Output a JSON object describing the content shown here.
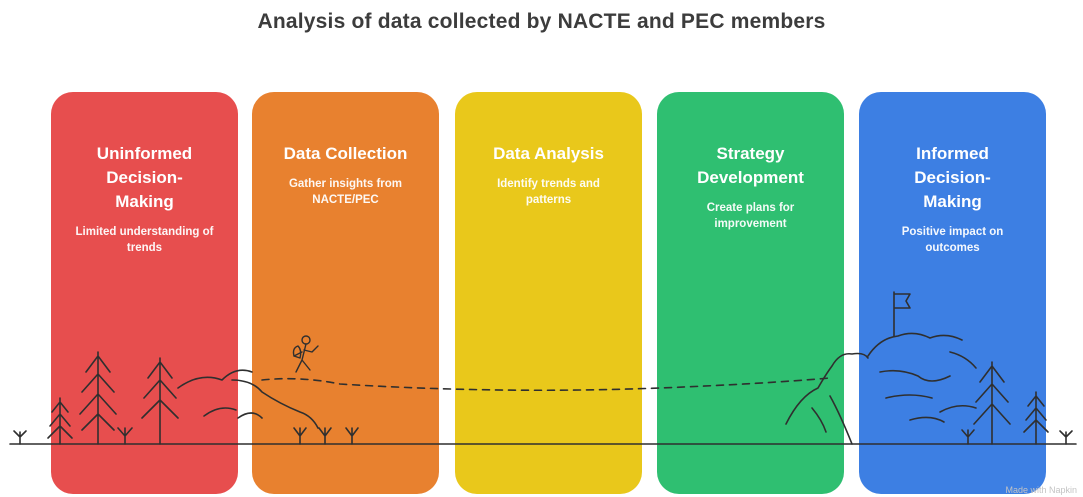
{
  "title": "Analysis of data collected by NACTE and PEC members",
  "stages": [
    {
      "title": "Uninformed Decision-Making",
      "title_lines": [
        "Uninformed",
        "Decision-",
        "Making"
      ],
      "description": "Limited understanding of trends",
      "color": "#e74e4e"
    },
    {
      "title": "Data Collection",
      "title_lines": [
        "Data Collection"
      ],
      "description": "Gather insights from NACTE/PEC",
      "color": "#e8812f"
    },
    {
      "title": "Data Analysis",
      "title_lines": [
        "Data Analysis"
      ],
      "description": "Identify trends and patterns",
      "color": "#e9c81b"
    },
    {
      "title": "Strategy Development",
      "title_lines": [
        "Strategy",
        "Development"
      ],
      "description": "Create plans for improvement",
      "color": "#2fbf71"
    },
    {
      "title": "Informed Decision-Making",
      "title_lines": [
        "Informed",
        "Decision-",
        "Making"
      ],
      "description": "Positive impact on outcomes",
      "color": "#3d7fe3"
    }
  ],
  "watermark": "Made with Napkin",
  "icons": [
    "tree-icon",
    "hiker-icon",
    "flag-icon",
    "grass-icon",
    "mountain-icon"
  ]
}
